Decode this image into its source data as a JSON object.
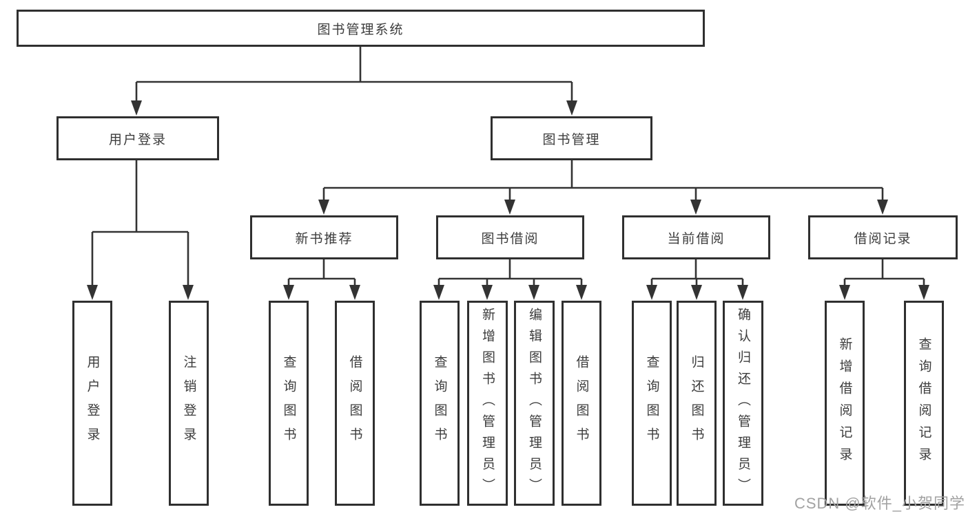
{
  "tree": {
    "label": "图书管理系统",
    "children": [
      {
        "label": "用户登录",
        "children": [
          {
            "label": "用户登录"
          },
          {
            "label": "注销登录"
          }
        ]
      },
      {
        "label": "图书管理",
        "children": [
          {
            "label": "新书推荐",
            "children": [
              {
                "label": "查询图书"
              },
              {
                "label": "借阅图书"
              }
            ]
          },
          {
            "label": "图书借阅",
            "children": [
              {
                "label": "查询图书"
              },
              {
                "label": "新增图书（管理员）"
              },
              {
                "label": "编辑图书（管理员）"
              },
              {
                "label": "借阅图书"
              }
            ]
          },
          {
            "label": "当前借阅",
            "children": [
              {
                "label": "查询图书"
              },
              {
                "label": "归还图书"
              },
              {
                "label": "确认归还（管理员）"
              }
            ]
          },
          {
            "label": "借阅记录",
            "children": [
              {
                "label": "新增借阅记录"
              },
              {
                "label": "查询借阅记录"
              }
            ]
          }
        ]
      }
    ]
  },
  "watermark": "CSDN @软件_小贺同学",
  "colors": {
    "line": "#333333",
    "box_border": "#2f2f2f",
    "text": "#3c3c3c",
    "watermark": "#a2a2a2",
    "background": "#ffffff"
  }
}
